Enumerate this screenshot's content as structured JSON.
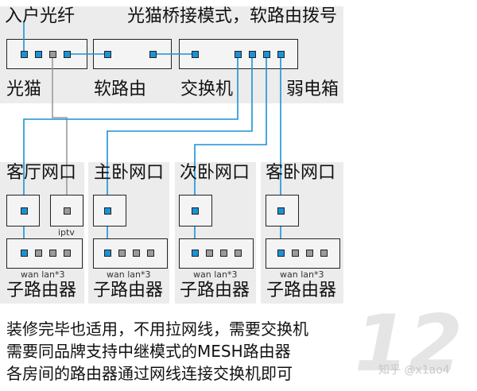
{
  "top": {
    "fiber_label": "入户光纤",
    "mode_label": "光猫桥接模式，软路由拨号",
    "devices": [
      "光猫",
      "软路由",
      "交换机",
      "弱电箱"
    ]
  },
  "rooms": [
    {
      "name": "客厅网口",
      "extra_label": "iptv",
      "router_label": "子路由器",
      "ports_label": "wan lan*3"
    },
    {
      "name": "主卧网口",
      "router_label": "子路由器",
      "ports_label": "wan lan*3"
    },
    {
      "name": "次卧网口",
      "router_label": "子路由器",
      "ports_label": "wan lan*3"
    },
    {
      "name": "客卧网口",
      "router_label": "子路由器",
      "ports_label": "wan lan*3"
    }
  ],
  "description": [
    "装修完毕也适用，不用拉网线，需要交换机",
    "需要同品牌支持中继模式的MESH路由器",
    "各房间的路由器通过网线连接交换机即可"
  ],
  "watermark": "12",
  "credit": "知乎 @x1ao4",
  "colors": {
    "wire": "#1a92d6",
    "gray_wire": "#9b9b9b",
    "panel": "#ececec"
  }
}
